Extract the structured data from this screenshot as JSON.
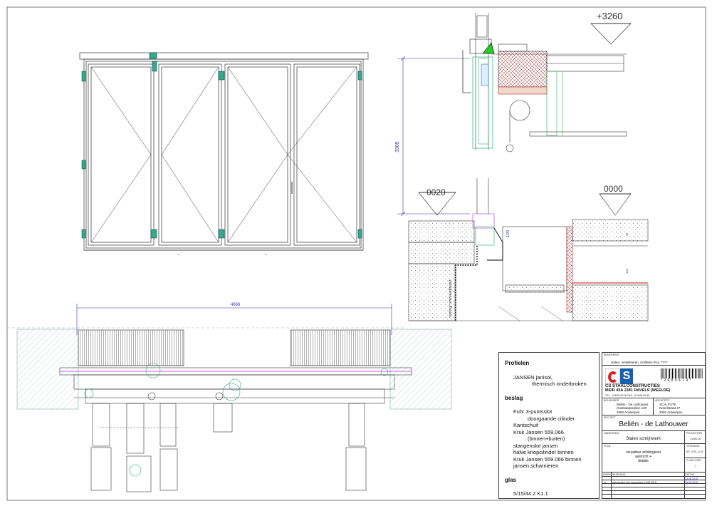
{
  "dimensions": {
    "level_top": "+3260",
    "level_left": "−0020",
    "level_right": "0000",
    "height": "3305",
    "width": "4666",
    "dim_100": "100",
    "dim_65": "65",
    "dim_109": "109",
    "vertical_note": "roofing/ omtrekadhesief"
  },
  "specs": {
    "profielen_title": "Profielen",
    "profielen_1": "JANSEN janisol,",
    "profielen_2": "thermisch onderbroken",
    "beslag_title": "beslag",
    "beslag_1": "Fuhr 3-puntsslot",
    "beslag_2": "doorgaande cilinder",
    "beslag_3": "Kantschuif",
    "beslag_4": "Kruk Jansen 559.066",
    "beslag_5": "(binnen+buiten)",
    "beslag_6": "stangenslot jansen",
    "beslag_7": "halve knopcilinder binnen",
    "beslag_8": "Kruk Jansen 559.066 binnen",
    "beslag_9": "jansen scharnieren",
    "glas_title": "glas",
    "glas_1": "5/15/44.2 K1.1"
  },
  "title_block": {
    "opmerking_label": "BEMERKING",
    "opmerking": "stalen, metalliseren, moffelen  RAL ????",
    "barcode": "* 2 0 8 0 4 7 9 *",
    "company_name": "CS STAALCONSTRUCTIES",
    "company_addr": "MEIR 45A  2381 RAVELS (WEELDE)",
    "company_tel": "TEL : 014/65.60.00      FAX : 014/65.60.80",
    "bouwheer_label": "BOUWHEER",
    "bouwheer_1": "Beliën - De Lathouwer",
    "bouwheer_2": "Oostkaapseplein 120",
    "bouwheer_3": "2060 Antwerpen",
    "architect_label": "ARCHITECT",
    "architect_1": "SCALFUTE",
    "architect_2": "Nobelstraat 47",
    "architect_3": "2060 Antwerpen",
    "project_label": "PROJECT",
    "project": "Beliën - de Lathouwer",
    "onderdeel_label": "ONDERDEEL",
    "onderdeel": "Stalen schrijnwerk",
    "projectnr_label": "PROJECTNR",
    "projectnr": "21080-00",
    "plan_label": "PLAN",
    "plan_1": "vouwdeur achtergevel",
    "plan_2": "aanzicht +",
    "plan_3": "details",
    "tekening_label": "TEKENING",
    "tekening": "AP_0701_V1A",
    "revisie_label": "PLAN CODE",
    "revisie": "1",
    "index_label": "INDEX",
    "wijziging_label": "WIJZIGING",
    "datum_label": "DATUM",
    "index_a": "a",
    "wijziging_a": "aanpassing cfm opmerking 14.08.2015",
    "datum_1": "13.08.2015",
    "datum_2": "26.09.2015"
  }
}
